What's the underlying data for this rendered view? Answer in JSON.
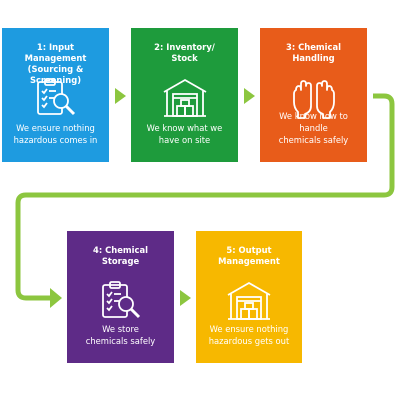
{
  "colors": {
    "blue": "#1e9be0",
    "green": "#1e9b3c",
    "orange": "#e85c1a",
    "purple": "#5e2b87",
    "yellow": "#f7b800",
    "arrow": "#8cc63f"
  },
  "steps": [
    {
      "title": "1: Input Management\n(Sourcing & Screening)",
      "icon": "clipboard-magnifier-icon",
      "description": "We ensure nothing\nhazardous comes in"
    },
    {
      "title": "2: Inventory/\nStock",
      "icon": "warehouse-icon",
      "description": "We know what we\nhave on site"
    },
    {
      "title": "3: Chemical\nHandling",
      "icon": "gloves-icon",
      "description": "We know how to handle\nchemicals safely"
    },
    {
      "title": "4: Chemical\nStorage",
      "icon": "clipboard-magnifier-icon",
      "description": "We store\nchemicals safely"
    },
    {
      "title": "5: Output\nManagement",
      "icon": "warehouse-icon",
      "description": "We ensure nothing\nhazardous gets out"
    }
  ]
}
